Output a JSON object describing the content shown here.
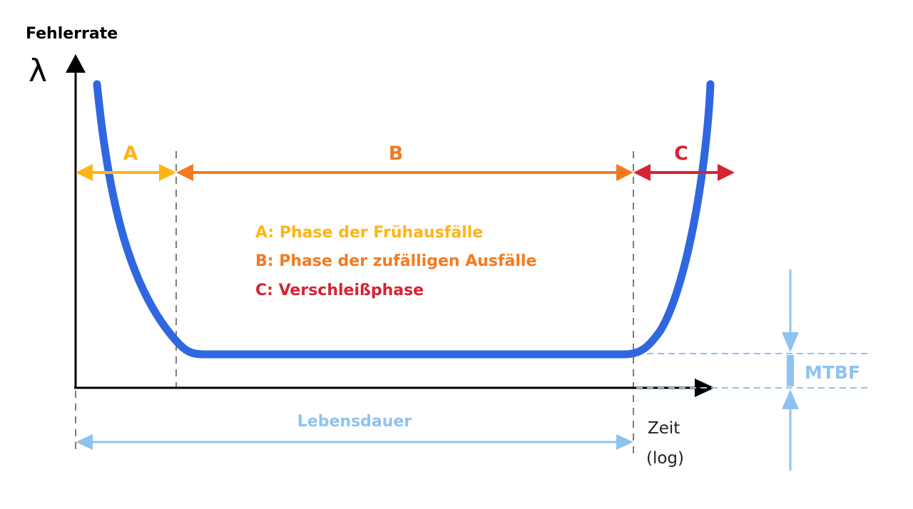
{
  "axes": {
    "y_label": "Fehlerrate",
    "y_symbol": "λ",
    "x_label_line1": "Zeit",
    "x_label_line2": "(log)"
  },
  "phases": [
    {
      "letter": "A",
      "description": "A: Phase der Frühausfälle",
      "color": "#FDB515"
    },
    {
      "letter": "B",
      "description": "B: Phase der zufälligen Ausfälle",
      "color": "#F47A20"
    },
    {
      "letter": "C",
      "description": "C: Verschleißphase",
      "color": "#D62332"
    }
  ],
  "lifetime_label": "Lebensdauer",
  "mtbf_label": "MTBF",
  "colors": {
    "curve": "#2F67E0",
    "axis": "#000000",
    "light_blue": "#8EC3F0",
    "guide": "#444444"
  }
}
